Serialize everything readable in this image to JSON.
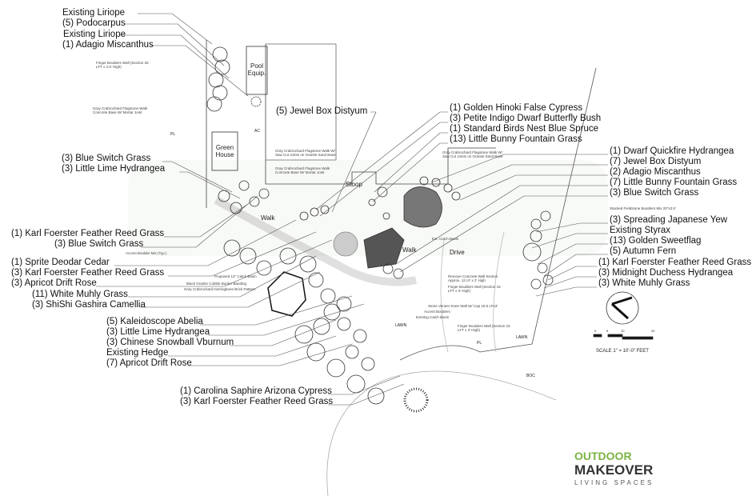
{
  "labels": {
    "top_left": [
      "Existing Liriope",
      "(5) Podocarpus",
      "Existing Liriope",
      "(1) Adagio Miscanthus"
    ],
    "jewel_box": "(5) Jewel Box Distyum",
    "top_center": [
      "(1) Golden Hinoki False Cypress",
      "(3) Petite Indigo Dwarf Butterfly Bush",
      "(1) Standard Birds Nest Blue Spruce",
      "(13) Little Bunny Fountain Grass"
    ],
    "right_upper": [
      "(1) Dwarf Quickfire Hydrangea",
      "(7) Jewel Box Distyum",
      "(2) Adagio Miscanthus",
      "(7) Little Bunny Fountain Grass",
      "(3) Blue Switch Grass"
    ],
    "right_lower": [
      "(3) Spreading Japanese Yew",
      "Existing Styrax",
      "(13) Golden Sweetflag",
      "(5) Autumn Fern",
      "(1) Karl Foerster Feather Reed Grass",
      "(3) Midnight Duchess Hydrangea",
      "(3) White Muhly Grass"
    ],
    "left_upper": [
      "(3) Blue Switch Grass",
      "(3) Little Lime Hydrangea"
    ],
    "left_middle": [
      "(1) Karl Foerster Feather Reed Grass",
      "(3) Blue Switch Grass",
      "(1) Sprite Deodar Cedar",
      "(3) Karl Foerster Feather Reed Grass",
      "(3) Apricot Drift Rose",
      "(11) White  Muhly Grass",
      "(3) ShiShi Gashira Camellia"
    ],
    "left_lower": [
      "(5) Kaleidoscope Abelia",
      "(3) Little Lime Hydrangea",
      "(3) Chinese Snowball Vburnum",
      "Existing Hedge",
      "(7) Apricot Drift Rose"
    ],
    "bottom": [
      "(1) Carolina Saphire Arizona Cypress",
      "(3) Karl Foerster Feather Reed Grass"
    ]
  },
  "areas": {
    "pool_equip": "Pool Equip.",
    "green_house": "Green House",
    "stoop": "Stoop",
    "walk1": "Walk",
    "walk2": "Walk",
    "drive": "Drive",
    "lawn1": "LAWN",
    "lawn2": "LAWN",
    "pl1": "PL",
    "pl2": "PL",
    "boc": "BOC",
    "ac": "AC"
  },
  "notes": {
    "finger_boulders": "Finger Boulders Wall (Section 25 LFT x 2.5' High)",
    "flagstone1": "Gray Crabrochard Flagstone Walk Concrete Base W/ Mortar Joint",
    "flagstone2": "Gray Crabrochard Flagstone Walk W/ Saw Cut Joints on Granite Sand Base",
    "flagstone3": "Gray Crabrochard Flagstone Walk Concrete Base W/ Mortar Joint",
    "flagstone4": "Gray Crabrochard Flagstone Walk W/ Saw Cut Joints on Granite Sand Base",
    "catch_basin": "Ext. Catch Basin",
    "stacked": "Stacked Fieldstone Boulders Mix 20\"x3.5'",
    "remove_wall": "Remove Concrete Wall Section Approx. 12 LF x 2' High",
    "finger_wall2": "Finger Boulders Wall (Section 15 LFT x 3' High)",
    "stone_veneer": "Stone Veneer Knee Wall W/ Cap 19.5 LFx3'",
    "accent_boulders": "Accent Boulders",
    "existing_catch": "Existing Catch Basin",
    "finger_wall3": "Finger Boulders Wall (Section 15 LFT x 3' High)",
    "proposed_catch": "Proposed 12\" Catch Basin",
    "granite_banding": "Black Granite Cobble Border Banding",
    "herringbone": "Gray Crabrochard Herringbone Brick Pattern",
    "accent_boulder_mix": "Accent Boulder Mix (Typ.)"
  },
  "scale": {
    "text": "SCALE 1\" = 10'-0\" FEET",
    "ticks": [
      "0",
      "5",
      "10",
      "20"
    ]
  },
  "logo": {
    "line1": "OUTDOOR",
    "line2": "MAKEOVER",
    "line3": "LIVING SPACES",
    "brand_color": "#7cb342"
  },
  "watermark": {
    "line1": "OUTDOOR",
    "line2": "MAKEOVER",
    "line3": "LIVING SPACES"
  },
  "icons": {
    "north_arrow": "north-arrow-icon"
  }
}
